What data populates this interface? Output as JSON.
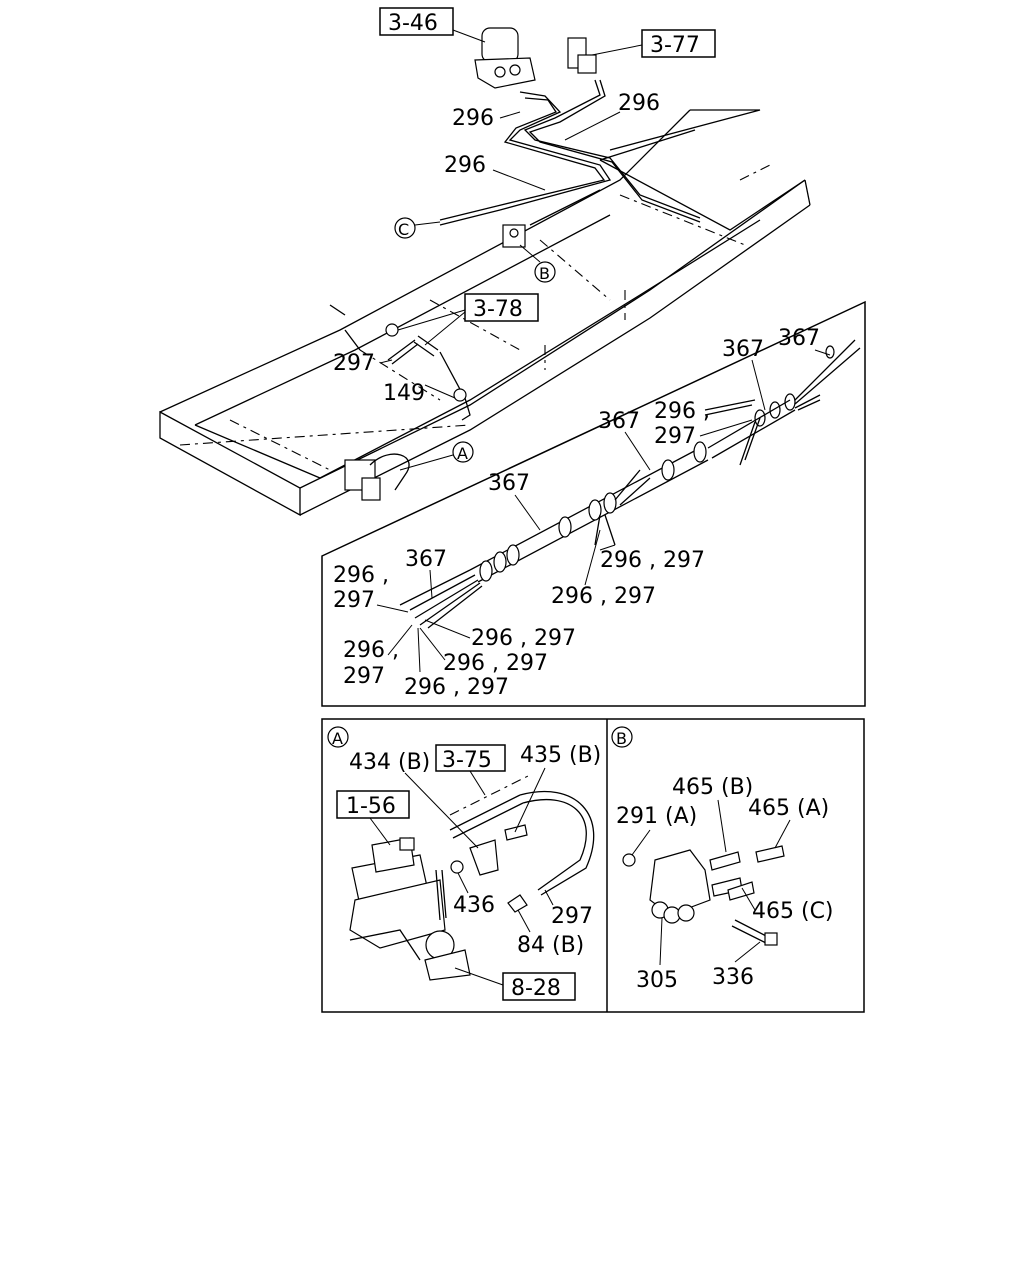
{
  "labels": {
    "ref_3_46": "3-46",
    "ref_3_77": "3-77",
    "ref_3_78": "3-78",
    "ref_3_75": "3-75",
    "ref_1_56": "1-56",
    "ref_8_28": "8-28",
    "p296_a": "296",
    "p296_b": "296",
    "p296_c": "296",
    "p297_top": "297",
    "p149": "149",
    "callout_c": "C",
    "callout_b": "B",
    "callout_a": "A",
    "p367_a": "367",
    "p367_b": "367",
    "p367_c": "367",
    "p367_d": "367",
    "p367_e": "367",
    "p296_297_r1a": "296 ,",
    "p296_297_r1b": "297",
    "p296_297_r2": "296 , 297",
    "p296_297_r3": "296 , 297",
    "p296_297_l1a": "296 ,",
    "p296_297_l1b": "297",
    "p296_297_l2a": "296 ,",
    "p296_297_l2b": "297",
    "p296_297_l3": "296 , 297",
    "p296_297_l4": "296 , 297",
    "p296_297_l5": "296 , 297",
    "panel_a_letter": "A",
    "panel_b_letter": "B",
    "p434b": "434 (B)",
    "p435b": "435 (B)",
    "p436": "436",
    "p297_a": "297",
    "p84b": "84 (B)",
    "p465b": "465 (B)",
    "p465a": "465 (A)",
    "p291a": "291 (A)",
    "p465c": "465 (C)",
    "p305": "305",
    "p336": "336"
  }
}
